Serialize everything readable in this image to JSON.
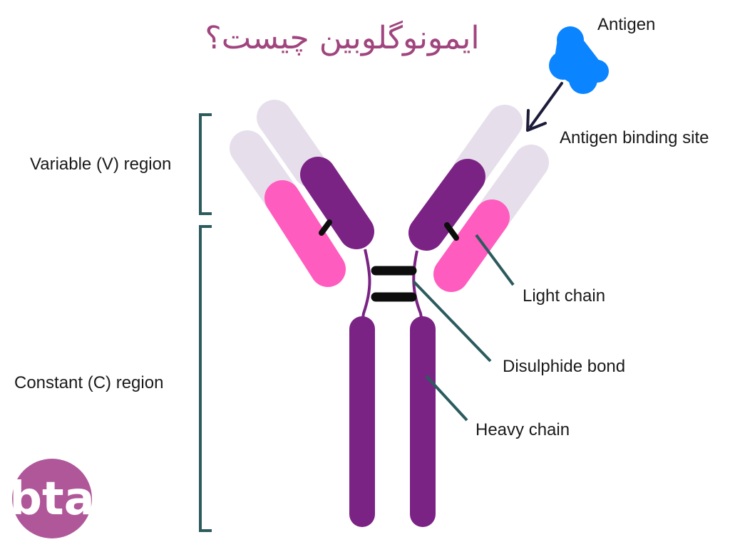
{
  "title": "ایمونوگلوبین چیست؟",
  "labels": {
    "antigen": "Antigen",
    "antigen_binding_site": "Antigen binding site",
    "variable_region": "Variable (V) region",
    "constant_region": "Constant (C) region",
    "light_chain": "Light chain",
    "disulphide_bond": "Disulphide bond",
    "heavy_chain": "Heavy chain"
  },
  "logo": {
    "text": "bta"
  },
  "colors": {
    "title": "#a0457e",
    "heavy_chain": "#7b2385",
    "light_chain": "#ff5cbf",
    "variable_tip": "#e6dfeb",
    "antigen": "#0a84ff",
    "disulphide_bond": "#0d0d0d",
    "pointer_line": "#2c5b5e",
    "bracket": "#2c5b5e",
    "arrow": "#1c1b3a",
    "logo_bg": "#b0579a"
  }
}
